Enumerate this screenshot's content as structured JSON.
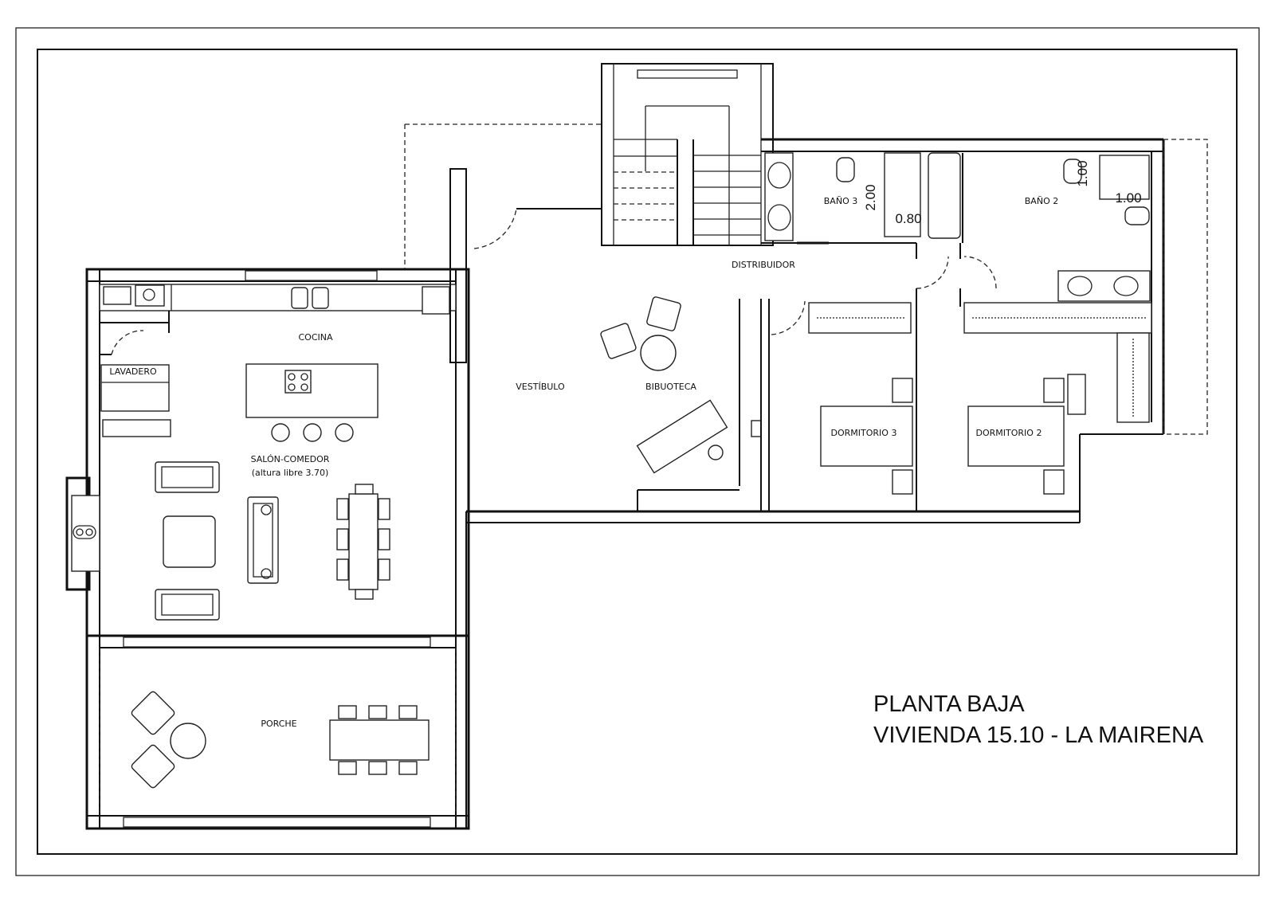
{
  "title": {
    "line1": "PLANTA BAJA",
    "line2": "VIVIENDA 15.10 - LA MAIRENA"
  },
  "rooms": {
    "cocina": "COCINA",
    "lavadero": "LAVADERO",
    "salon_comedor": "SALÓN-COMEDOR",
    "altura_libre": "(altura libre 3.70)",
    "porche": "PORCHE",
    "vestibulo": "VESTÍBULO",
    "biblioteca": "BIBUOTECA",
    "distribuidor": "DISTRIBUIDOR",
    "bano3": "BAÑO 3",
    "bano2": "BAÑO 2",
    "dormitorio3": "DORMITORIO 3",
    "dormitorio2": "DORMITORIO 2"
  },
  "dimensions": {
    "bano3_height": "2.00",
    "bano3_width": "0.80",
    "bano2_height": "1.00",
    "bano2_width": "1.00"
  }
}
